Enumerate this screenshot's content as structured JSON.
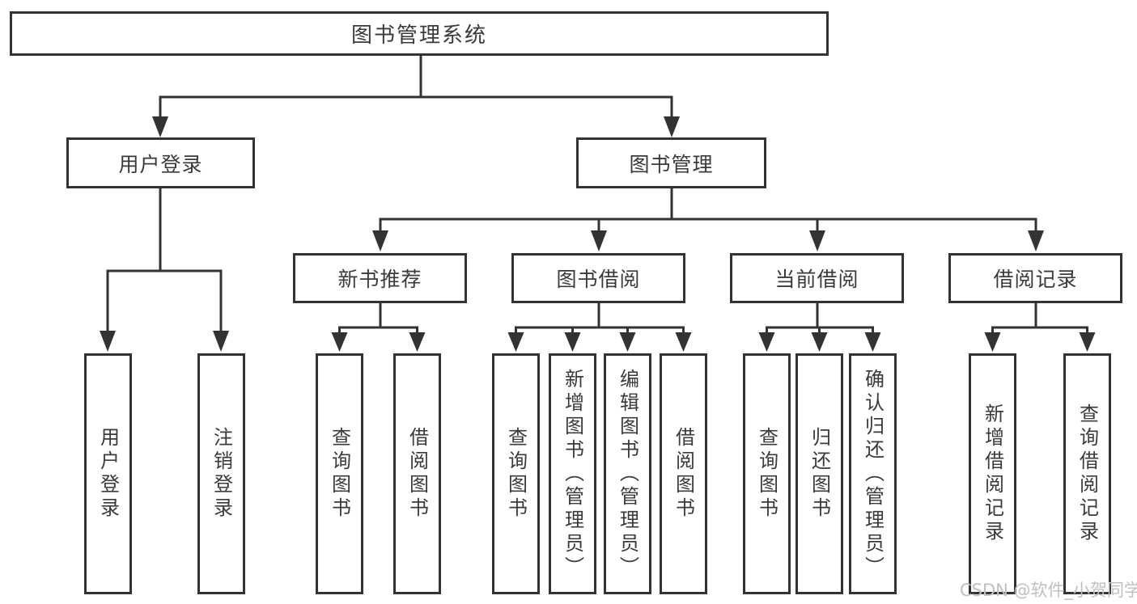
{
  "diagram": {
    "root": "图书管理系统",
    "login": {
      "label": "用户登录",
      "leaves": [
        "用户登录",
        "注销登录"
      ]
    },
    "management": {
      "label": "图书管理",
      "groups": [
        {
          "label": "新书推荐",
          "leaves": [
            "查询图书",
            "借阅图书"
          ]
        },
        {
          "label": "图书借阅",
          "leaves": [
            "查询图书",
            "新增图书（管理员）",
            "编辑图书（管理员）",
            "借阅图书"
          ]
        },
        {
          "label": "当前借阅",
          "leaves": [
            "查询图书",
            "归还图书",
            "确认归还（管理员）"
          ]
        },
        {
          "label": "借阅记录",
          "leaves": [
            "新增借阅记录",
            "查询借阅记录"
          ]
        }
      ]
    }
  },
  "watermark": "CSDN @软件_小贺同学",
  "colors": {
    "line": "#333333",
    "text": "#3a3a3a",
    "background": "#ffffff",
    "watermark": "#c0c0c0"
  }
}
